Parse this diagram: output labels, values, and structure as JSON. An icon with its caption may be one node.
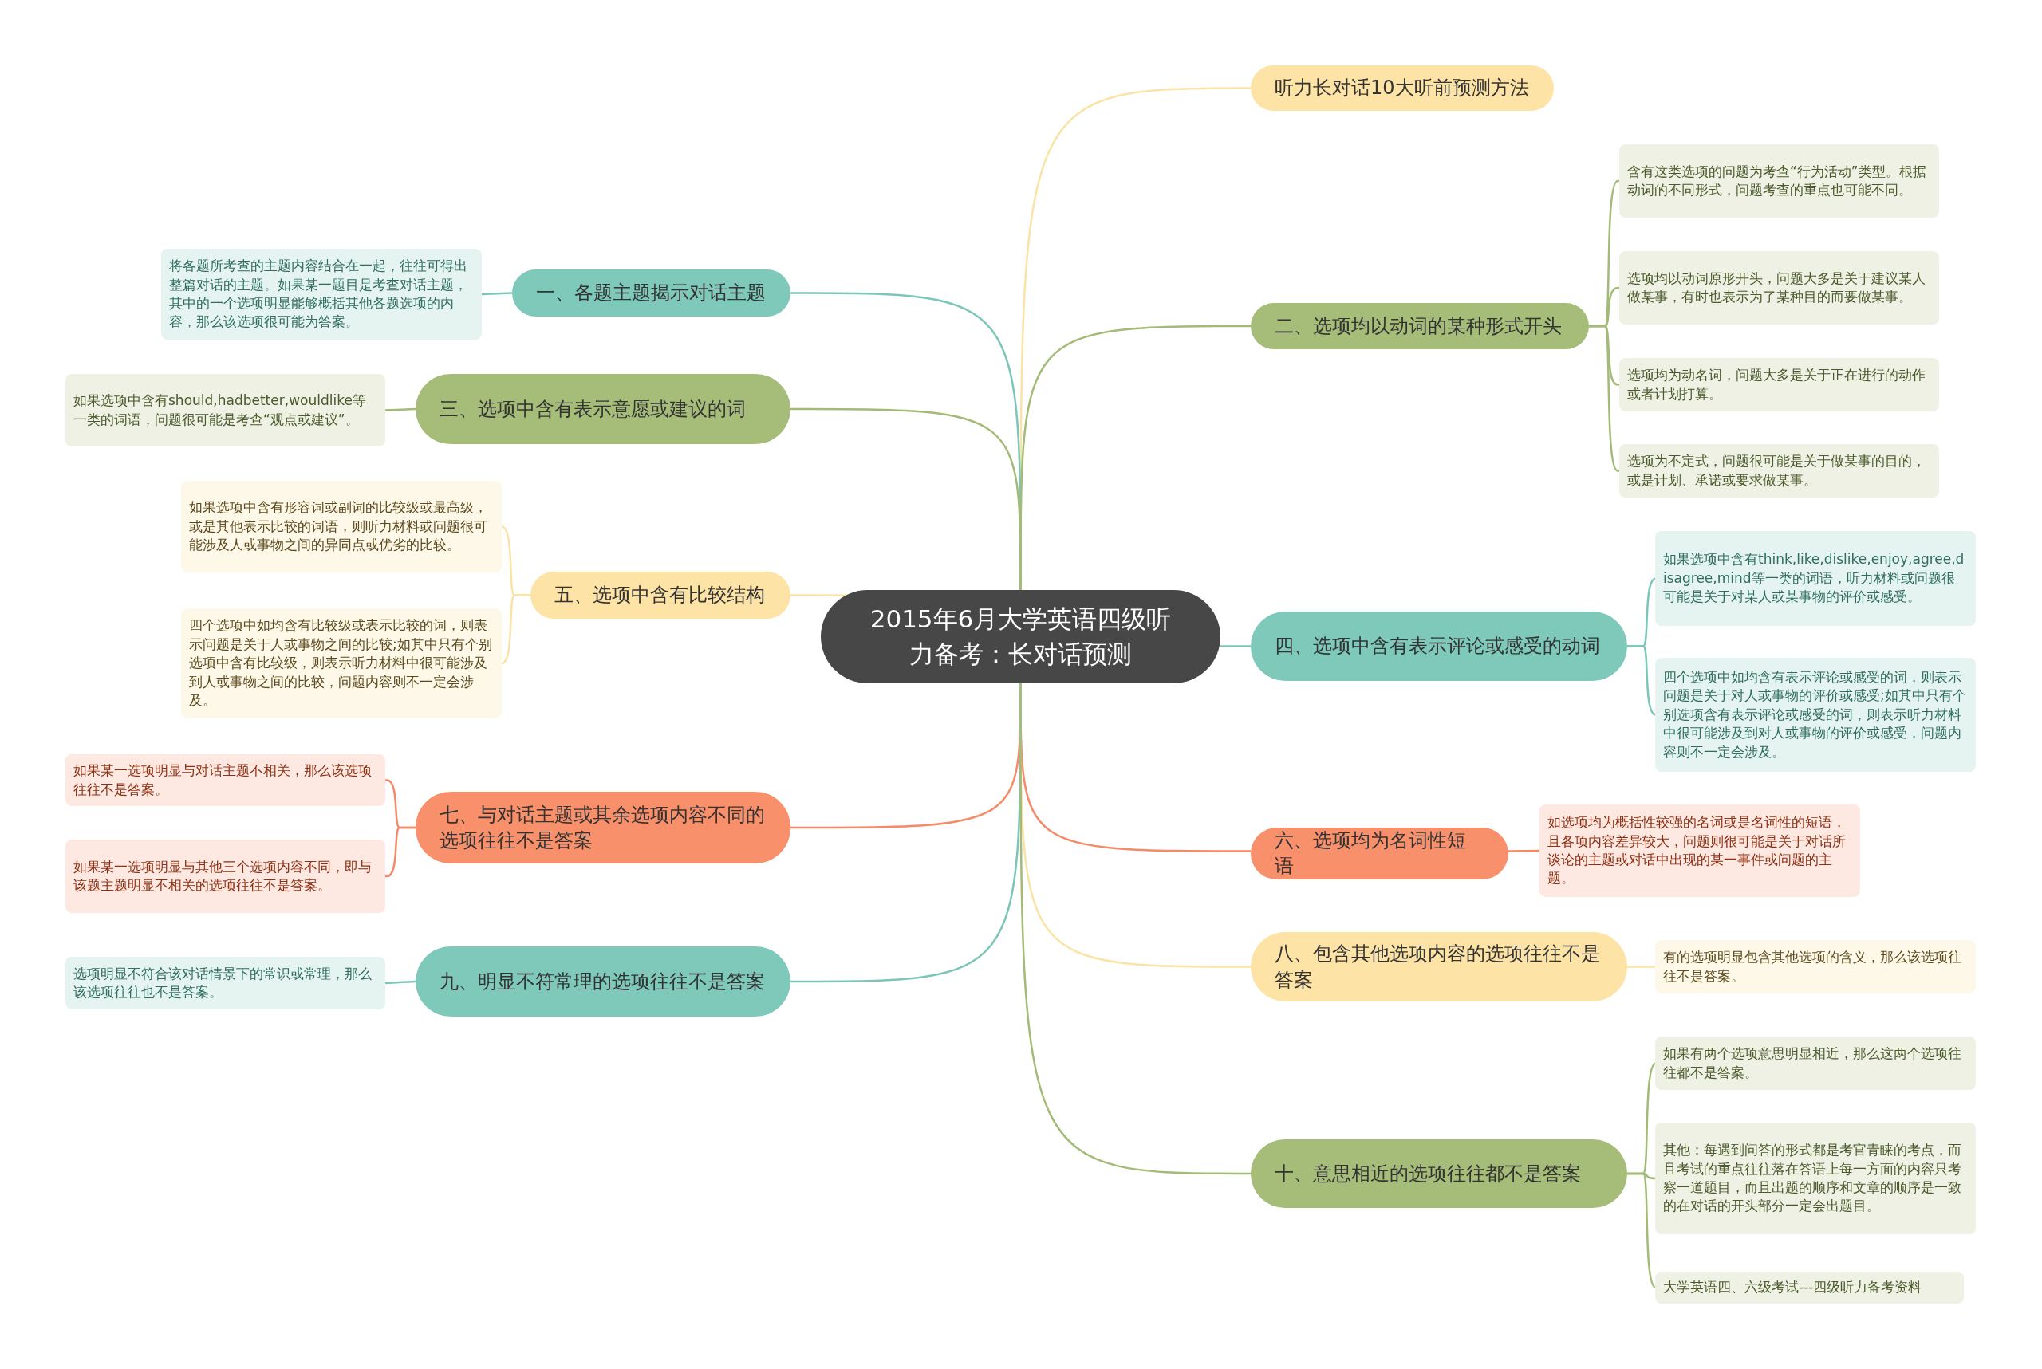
{
  "diagram": {
    "nodes": [
      {
        "text": [
          "2015年6月大学英语四级听力备考：长对话预测"
        ]
      },
      {
        "text": [
          "听力长对话10大听前预测方法"
        ]
      },
      {
        "text": [
          "一、各题主题揭示对话主题"
        ]
      },
      {
        "text": [
          "将各题所考查的主题内容结合在一起，往往可得出整篇对话的主题。如果某一题目是考查对话主题，其中的一个选项明显能够概括其他各题选项的内容，那么该选项很可能为答案。"
        ]
      },
      {
        "text": [
          "二、选项均以动词的某种形式开头"
        ]
      },
      {
        "text": [
          "含有这类选项的问题为考查“行为活动”类型。根据动词的不同形式，问题考查的重点也可能不同。"
        ]
      },
      {
        "text": [
          "选项均以动词原形开头，问题大多是关于建议某人做某事，有时也表示为了某种目的而要做某事。"
        ]
      },
      {
        "text": [
          "选项均为动名词，问题大多是关于正在进行的动作或者计划打算。"
        ]
      },
      {
        "text": [
          "选项为不定式，问题很可能是关于做某事的目的，或是计划、承诺或要求做某事。"
        ]
      },
      {
        "text": [
          "三、选项中含有表示意愿或建议的词"
        ]
      },
      {
        "text": [
          "如果选项中含有should,hadbetter,wouldlike等一类的词语，问题很可能是考查“观点或建议”。"
        ]
      },
      {
        "text": [
          "四、选项中含有表示评论或感受的动词"
        ]
      },
      {
        "text": [
          "如果选项中含有think,like,dislike,enjoy,agree,disagree,mind等一类的词语，听力材料或问题很可能是关于对某人或某事物的评价或感受。"
        ]
      },
      {
        "text": [
          "四个选项中如均含有表示评论或感受的词，则表示问题是关于对人或事物的评价或感受;如其中只有个别选项含有表示评论或感受的词，则表示听力材料中很可能涉及到对人或事物的评价或感受，问题内容则不一定会涉及。"
        ]
      },
      {
        "text": [
          "五、选项中含有比较结构"
        ]
      },
      {
        "text": [
          "如果选项中含有形容词或副词的比较级或最高级，或是其他表示比较的词语，则听力材料或问题很可能涉及人或事物之间的异同点或优劣的比较。"
        ]
      },
      {
        "text": [
          "四个选项中如均含有比较级或表示比较的词，则表示问题是关于人或事物之间的比较;如其中只有个别选项中含有比较级，则表示听力材料中很可能涉及到人或事物之间的比较，问题内容则不一定会涉及。"
        ]
      },
      {
        "text": [
          "六、选项均为名词性短语"
        ]
      },
      {
        "text": [
          "如选项均为概括性较强的名词或是名词性的短语，且各项内容差异较大，问题则很可能是关于对话所谈论的主题或对话中出现的某一事件或问题的主题。"
        ]
      },
      {
        "text": [
          "七、与对话主题或其余选项内容不同的选项往往不是答案"
        ]
      },
      {
        "text": [
          "如果某一选项明显与对话主题不相关，那么该选项往往不是答案。"
        ]
      },
      {
        "text": [
          "如果某一选项明显与其他三个选项内容不同，即与该题主题明显不相关的选项往往不是答案。"
        ]
      },
      {
        "text": [
          "八、包含其他选项内容的选项往往不是答案"
        ]
      },
      {
        "text": [
          "有的选项明显包含其他选项的含义，那么该选项往往不是答案。"
        ]
      },
      {
        "text": [
          "九、明显不符常理的选项往往不是答案"
        ]
      },
      {
        "text": [
          "选项明显不符合该对话情景下的常识或常理，那么该选项往往也不是答案。"
        ]
      },
      {
        "text": [
          "十、意思相近的选项往往都不是答案"
        ]
      },
      {
        "text": [
          "如果有两个选项意思明显相近，那么这两个选项往往都不是答案。"
        ]
      },
      {
        "text": [
          "其他：每遇到问答的形式都是考官青睐的考点，而且考试的重点往往落在答语上每一方面的内容只考察一道题目，而且出题的顺序和文章的顺序是一致的在对话的开头部分一定会出题目。"
        ]
      },
      {
        "text": [
          "大学英语四、六级考试---四级听力备考资料"
        ]
      }
    ],
    "edges": [
      {
        "from": 0,
        "to": 1,
        "arrow": "none",
        "color": "#fbe3a7"
      },
      {
        "from": 0,
        "to": 2,
        "arrow": "none",
        "color": "#7cc6b8"
      },
      {
        "from": 2,
        "to": 3,
        "arrow": "none",
        "color": "#7cc6b8"
      },
      {
        "from": 0,
        "to": 4,
        "arrow": "none",
        "color": "#a3bb77"
      },
      {
        "from": 4,
        "to": 5,
        "arrow": "none",
        "color": "#a3bb77"
      },
      {
        "from": 4,
        "to": 6,
        "arrow": "none",
        "color": "#a3bb77"
      },
      {
        "from": 4,
        "to": 7,
        "arrow": "none",
        "color": "#a3bb77"
      },
      {
        "from": 4,
        "to": 8,
        "arrow": "none",
        "color": "#a3bb77"
      },
      {
        "from": 0,
        "to": 9,
        "arrow": "none",
        "color": "#a3bb77"
      },
      {
        "from": 9,
        "to": 10,
        "arrow": "none",
        "color": "#a3bb77"
      },
      {
        "from": 0,
        "to": 11,
        "arrow": "none",
        "color": "#7cc6b8"
      },
      {
        "from": 11,
        "to": 12,
        "arrow": "none",
        "color": "#7cc6b8"
      },
      {
        "from": 11,
        "to": 13,
        "arrow": "none",
        "color": "#7cc6b8"
      },
      {
        "from": 0,
        "to": 14,
        "arrow": "none",
        "color": "#fbe3a7"
      },
      {
        "from": 14,
        "to": 15,
        "arrow": "none",
        "color": "#fbe3a7"
      },
      {
        "from": 14,
        "to": 16,
        "arrow": "none",
        "color": "#fbe3a7"
      },
      {
        "from": 0,
        "to": 17,
        "arrow": "none",
        "color": "#f58a68"
      },
      {
        "from": 17,
        "to": 18,
        "arrow": "none",
        "color": "#f58a68"
      },
      {
        "from": 0,
        "to": 19,
        "arrow": "none",
        "color": "#f58a68"
      },
      {
        "from": 19,
        "to": 20,
        "arrow": "none",
        "color": "#f58a68"
      },
      {
        "from": 19,
        "to": 21,
        "arrow": "none",
        "color": "#f58a68"
      },
      {
        "from": 0,
        "to": 22,
        "arrow": "none",
        "color": "#fbe3a7"
      },
      {
        "from": 22,
        "to": 23,
        "arrow": "none",
        "color": "#fbe3a7"
      },
      {
        "from": 0,
        "to": 24,
        "arrow": "none",
        "color": "#7cc6b8"
      },
      {
        "from": 24,
        "to": 25,
        "arrow": "none",
        "color": "#7cc6b8"
      },
      {
        "from": 0,
        "to": 26,
        "arrow": "none",
        "color": "#a3bb77"
      },
      {
        "from": 26,
        "to": 27,
        "arrow": "none",
        "color": "#a3bb77"
      },
      {
        "from": 26,
        "to": 28,
        "arrow": "none",
        "color": "#a3bb77"
      },
      {
        "from": 26,
        "to": 29,
        "arrow": "none",
        "color": "#a3bb77"
      }
    ]
  }
}
